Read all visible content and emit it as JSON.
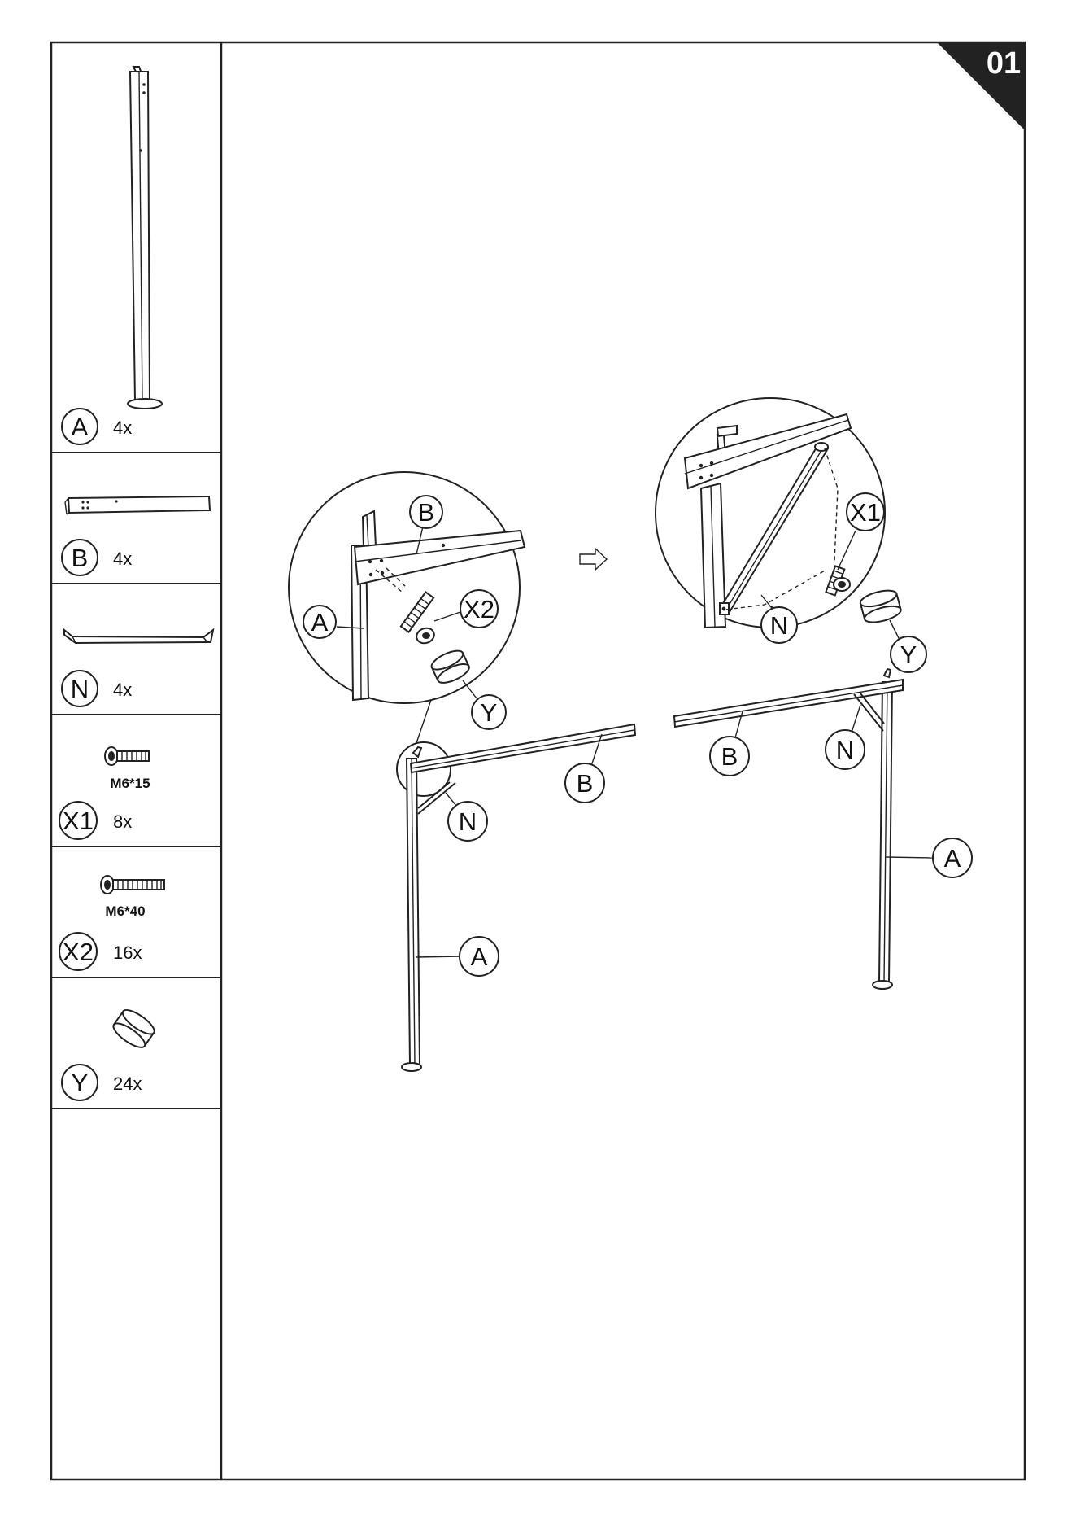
{
  "step_number": "01",
  "parts": [
    {
      "label": "A",
      "qty": "4x"
    },
    {
      "label": "B",
      "qty": "4x"
    },
    {
      "label": "N",
      "qty": "4x"
    },
    {
      "label": "X1",
      "qty": "8x",
      "spec": "M6*15"
    },
    {
      "label": "X2",
      "qty": "16x",
      "spec": "M6*40"
    },
    {
      "label": "Y",
      "qty": "24x"
    }
  ],
  "callouts": {
    "left_detail": {
      "b": "B",
      "a": "A",
      "x2": "X2",
      "y": "Y"
    },
    "left_frame": {
      "b": "B",
      "n": "N",
      "a": "A"
    },
    "right_detail": {
      "x1": "X1",
      "n": "N",
      "y": "Y"
    },
    "right_frame": {
      "b": "B",
      "n": "N",
      "a": "A"
    }
  }
}
